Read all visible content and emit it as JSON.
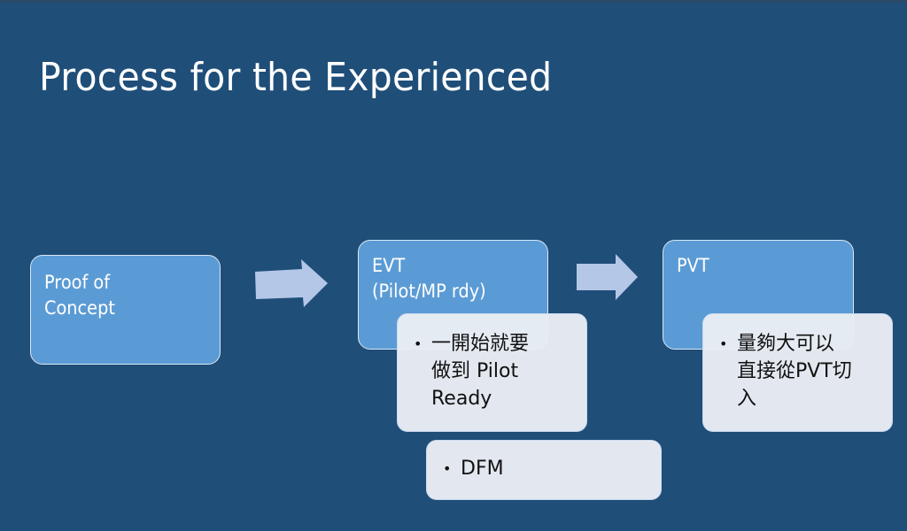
{
  "slide": {
    "title": "Process for the Experienced",
    "colors": {
      "background": "#1f4e79",
      "stage_fill": "#5b9bd5",
      "arrow_fill": "#b4c7e7",
      "note_fill": "#e9edf4",
      "title_text": "#ffffff"
    }
  },
  "stages": [
    {
      "label": "Proof of\nConcept"
    },
    {
      "label": "EVT\n(Pilot/MP rdy)"
    },
    {
      "label": "PVT"
    }
  ],
  "notes": {
    "evt": [
      {
        "bullet": "•",
        "text": "一開始就要\n做到 Pilot\nReady"
      }
    ],
    "evt_extra": [
      {
        "bullet": "•",
        "text": "DFM"
      }
    ],
    "pvt": [
      {
        "bullet": "•",
        "text": "量夠大可以\n直接從PVT切\n入"
      }
    ]
  },
  "arrows": [
    {
      "icon": "right-arrow-icon",
      "from": "Proof of Concept",
      "to": "EVT"
    },
    {
      "icon": "right-arrow-icon",
      "from": "EVT",
      "to": "PVT"
    }
  ]
}
